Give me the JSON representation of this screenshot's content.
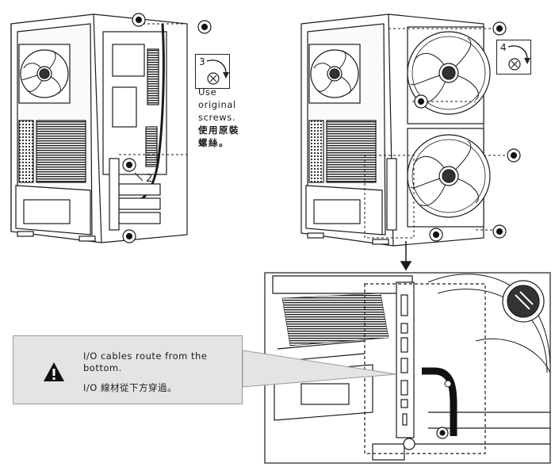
{
  "steps": {
    "step3_number": "3",
    "step4_number": "4",
    "callout_number": "2"
  },
  "screw_note": {
    "en_line1": "Use",
    "en_line2": "original",
    "en_line3": "screws.",
    "zh_line1": "使用原裝",
    "zh_line2": "螺絲。"
  },
  "warning": {
    "en": "I/O cables route from the bottom.",
    "zh": "I/O 線材從下方穿過。"
  },
  "icons": [
    "screw-rotate-icon",
    "warning-icon",
    "arrow-down-icon",
    "screw-marker-icon"
  ]
}
